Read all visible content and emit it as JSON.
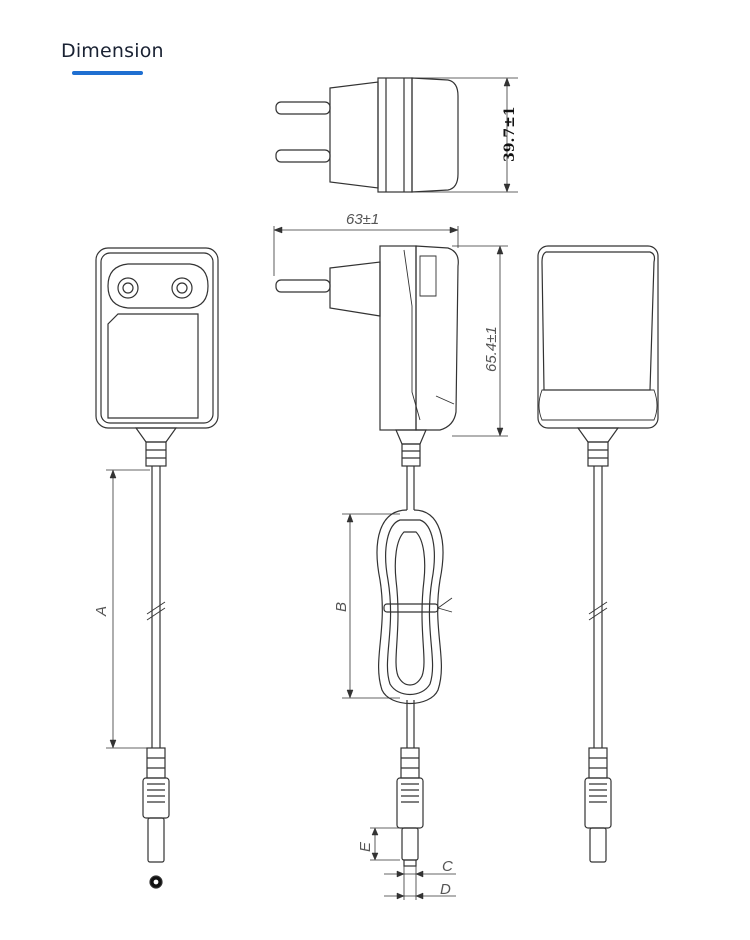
{
  "header": {
    "title": "Dimension"
  },
  "dimensions": {
    "height": "39.7±1",
    "length": "63±1",
    "width": "65.4±1",
    "cable_a": "A",
    "cable_b": "B",
    "plug_c": "C",
    "plug_d": "D",
    "plug_e": "E"
  },
  "colors": {
    "accent": "#1f6fd1",
    "line": "#333333"
  }
}
